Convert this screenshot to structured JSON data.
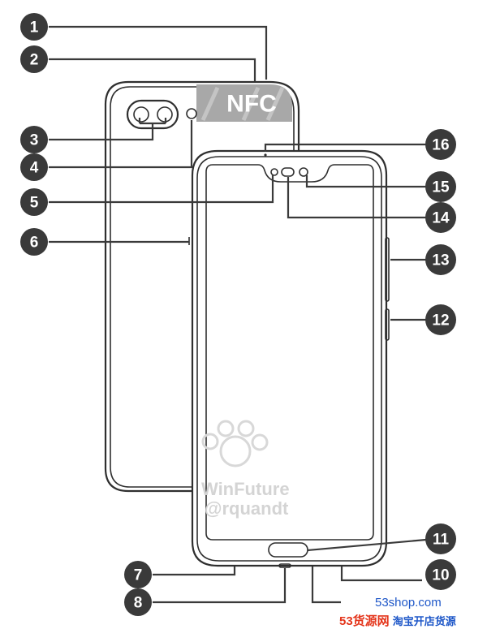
{
  "nfc_label": "NFC",
  "watermark": {
    "line1": "WinFuture",
    "line2": "@rquandt"
  },
  "site_logo": {
    "domain": "53shop.com",
    "left_text": "53货源网",
    "right_text": "淘宝开店货源"
  },
  "colors": {
    "callout": "#3a3a3a",
    "nfc_panel": "#a8a8a8",
    "outline": "#2f2f2f",
    "logo_red": "#e4341a",
    "logo_blue": "#1e57c8"
  },
  "callouts": [
    {
      "number": "1"
    },
    {
      "number": "2"
    },
    {
      "number": "3"
    },
    {
      "number": "4"
    },
    {
      "number": "5"
    },
    {
      "number": "6"
    },
    {
      "number": "7"
    },
    {
      "number": "8"
    },
    {
      "number": "10"
    },
    {
      "number": "11"
    },
    {
      "number": "12"
    },
    {
      "number": "13"
    },
    {
      "number": "14"
    },
    {
      "number": "15"
    },
    {
      "number": "16"
    }
  ]
}
